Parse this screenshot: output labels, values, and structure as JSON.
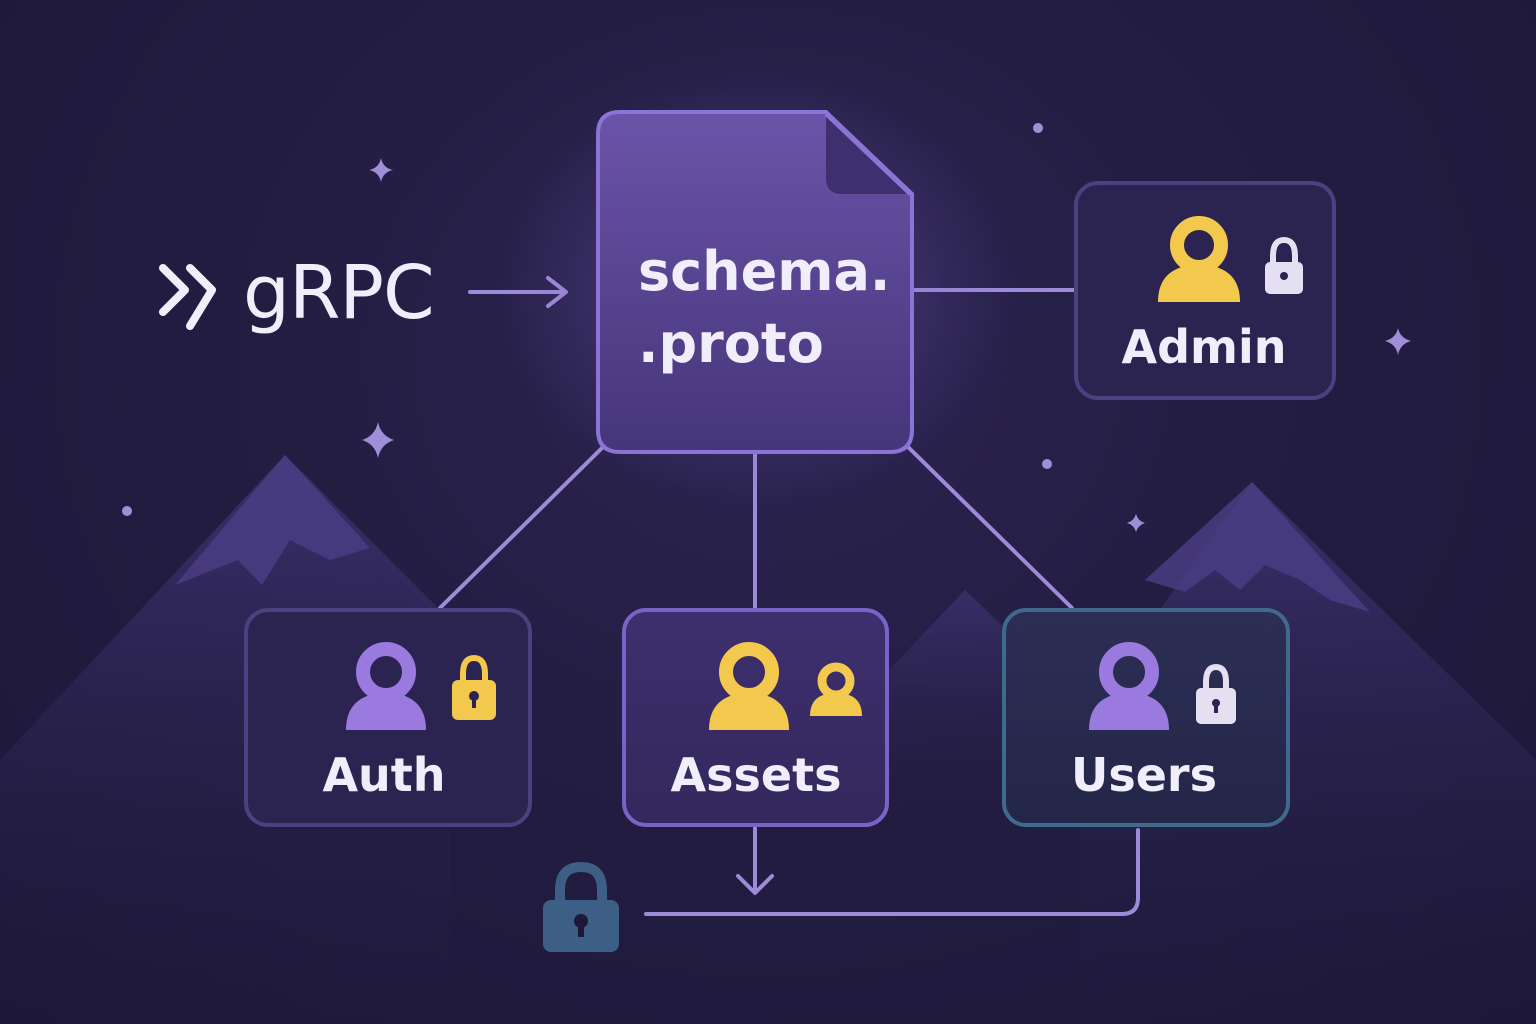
{
  "protocol": {
    "name": "gRPC",
    "icon": "double-chevron-right-icon"
  },
  "schema_file": {
    "line1": "schema.",
    "line2": ".proto",
    "icon": "document-icon"
  },
  "services": [
    {
      "label": "Admin",
      "person_color": "#f2c94c",
      "lock_color": "#e4e0f2",
      "icon": "user-icon"
    },
    {
      "label": "Auth",
      "person_color": "#9b7ae0",
      "lock_color": "#f2c94c",
      "icon": "user-icon"
    },
    {
      "label": "Assets",
      "person_color": "#f2c94c",
      "secondary_person_color": "#f2c94c",
      "icon": "users-icon"
    },
    {
      "label": "Users",
      "person_color": "#9b7ae0",
      "lock_color": "#e4e0f2",
      "icon": "user-icon"
    }
  ],
  "colors": {
    "background": "#221c40",
    "connector": "#9d8ad8",
    "schema_fill": "#5a4596",
    "schema_border": "#8c74d6",
    "gold": "#f2c94c",
    "purple_person": "#9b7ae0",
    "secure_lock": "#3d5f86"
  }
}
